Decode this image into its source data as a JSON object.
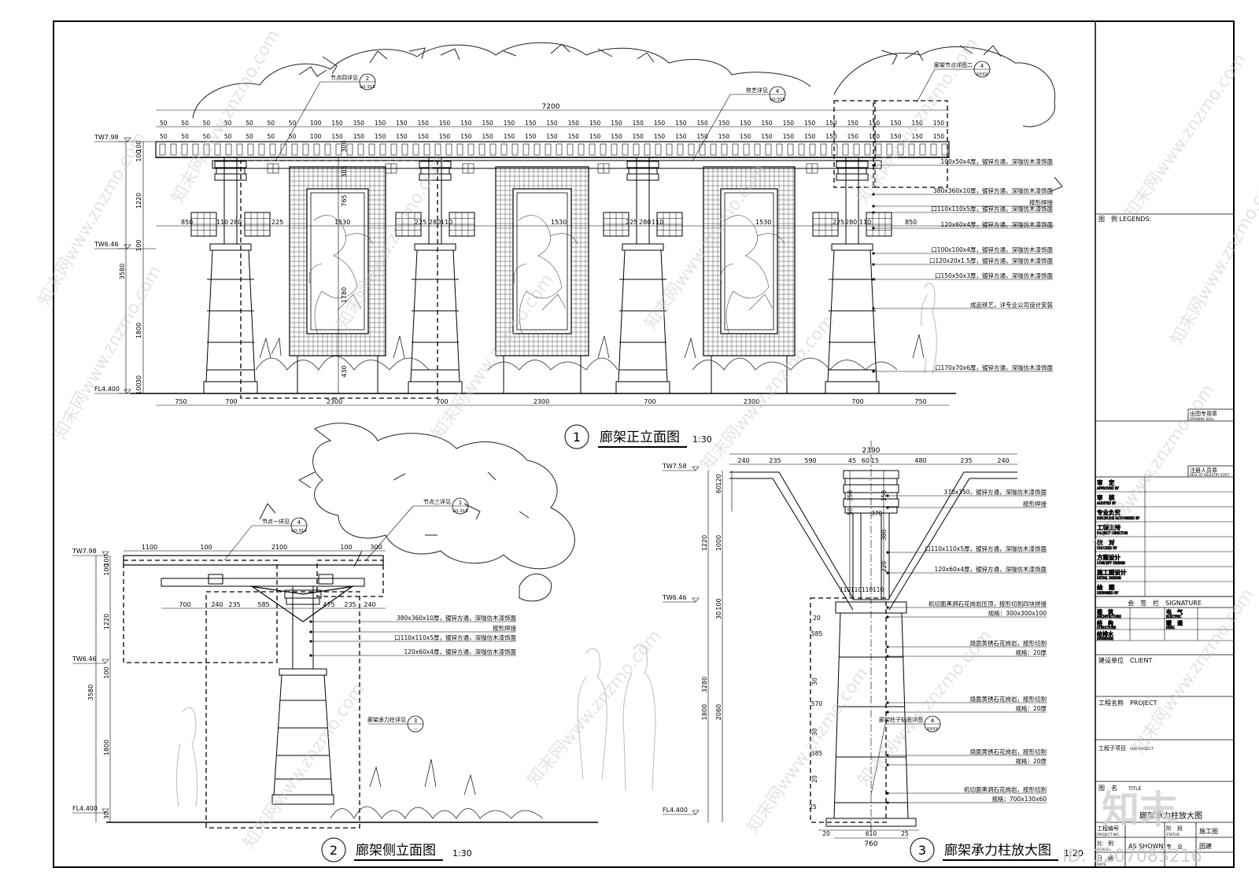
{
  "drawing": {
    "view1": {
      "num": "1",
      "title": "廊架正立面图",
      "scale": "1:30",
      "top_dim": "7200",
      "top_dims": [
        "50",
        "50",
        "50",
        "50",
        "50",
        "50",
        "50",
        "100",
        "150",
        "150",
        "150",
        "150",
        "150",
        "150",
        "150",
        "150",
        "150",
        "150",
        "150",
        "150",
        "150",
        "150",
        "150",
        "150",
        "150",
        "150",
        "150",
        "150",
        "150",
        "150",
        "150",
        "150",
        "150",
        "150",
        "150",
        "150",
        "150"
      ],
      "mid_dims": [
        "850",
        "110",
        "280",
        "225",
        "1530",
        "225",
        "280",
        "110",
        "1530",
        "225",
        "280",
        "110",
        "1530",
        "225",
        "280",
        "110",
        "850"
      ],
      "bottom_dims": [
        "750",
        "700",
        "2300",
        "700",
        "2300",
        "700",
        "2300",
        "700",
        "750"
      ],
      "left_levels": [
        "TW7.98",
        "TW6.46",
        "FL4.400"
      ],
      "left_dims": [
        "100",
        "100",
        "1220",
        "3580",
        "100",
        "1800",
        "30",
        "100"
      ],
      "inner_dims": [
        "300",
        "305",
        "765",
        "1780",
        "430"
      ],
      "callouts": [
        {
          "text": "节点四详见",
          "num": "2",
          "ref": "LD-315"
        },
        {
          "text": "铁艺详见",
          "num": "4",
          "ref": "LD-315"
        },
        {
          "text": "廊架节点详图二",
          "num": "4",
          "ref": "XXXX"
        }
      ],
      "notes": [
        "100x50x4厚，镀锌方通，深咖仿木漆饰面",
        "380x360x10厚，镀锌方通，深咖仿木漆饰面",
        "按形焊接",
        "口110x110x5厚，镀锌方通，深咖仿木漆饰面",
        "120x60x4厚，镀锌方通，深咖仿木漆饰面",
        "口100x100x4厚，镀锌方通，深咖仿木漆饰面",
        "口120x20x1.5厚，镀锌方通，深咖仿木漆饰面",
        "口150x50x3厚，镀锌方通，深咖仿木漆饰面",
        "成品铁艺，详专业公司设计安装",
        "口170x70x6厚，镀锌方通，深咖仿木漆饰面"
      ]
    },
    "view2": {
      "num": "2",
      "title": "廊架侧立面图",
      "scale": "1:30",
      "top_dims": [
        "1100",
        "100",
        "2100",
        "100",
        "300"
      ],
      "sub_dims": [
        "700",
        "240",
        "235",
        "585",
        "475",
        "235",
        "240"
      ],
      "left_levels": [
        "TW7.98",
        "TW6.46",
        "FL4.400"
      ],
      "left_dims": [
        "100",
        "100",
        "1220",
        "3580",
        "100",
        "1800",
        "30"
      ],
      "callouts": [
        {
          "text": "节点一详见",
          "num": "4",
          "ref": "LD-314"
        },
        {
          "text": "节点三详见",
          "num": "1",
          "ref": "LD-315"
        },
        {
          "text": "廊架承力柱详见",
          "num": "3",
          "ref": "—"
        }
      ],
      "notes": [
        "380x360x10厚，镀锌方通，深咖仿木漆饰面",
        "按形焊接",
        "口110x110x5厚，镀锌方通，深咖仿木漆饰面",
        "120x60x4厚，镀锌方通，深咖仿木漆饰面"
      ]
    },
    "view3": {
      "num": "3",
      "title": "廊架承力柱放大图",
      "scale": "1:20",
      "top_dim": "2390",
      "top_dims": [
        "240",
        "235",
        "590",
        "45",
        "60",
        "15",
        "480",
        "235",
        "240"
      ],
      "side_dims": [
        "350",
        "50",
        "150",
        "380",
        "220",
        "110",
        "110",
        "110",
        "110"
      ],
      "col_dims": [
        "20",
        "585",
        "30",
        "570",
        "30",
        "585",
        "20",
        "25",
        "20",
        "610",
        "25"
      ],
      "bottom_dim": "760",
      "left_levels": [
        "TW7.58",
        "TW6.46",
        "FL4.400"
      ],
      "left_dims": [
        "120",
        "60",
        "1220",
        "1000",
        "100",
        "30",
        "3280",
        "1800",
        "2060"
      ],
      "callout": {
        "text": "廊架柱子贴面详图",
        "num": "4",
        "ref": "XXXX"
      },
      "notes": [
        "370x350，镀锌方通，深咖仿木漆饰面",
        "按形焊接",
        "口110x110x5厚，镀锌方通，深咖仿木漆饰面",
        "120x60x4厚，镀锌方通，深咖仿木漆饰面",
        "机切面黑洞石花岗岩压顶，按形切割四块拼接",
        "规格：300x300x100",
        "烧面黄锈石花岗岩，按形切割",
        "规格：20厚",
        "烧面黄锈石花岗岩，按形切割",
        "规格：20厚",
        "烧面黄锈石花岗岩，按形切割",
        "规格：20厚",
        "机切面黑洞石花岗岩，按形切割",
        "规格：700x130x60"
      ]
    }
  },
  "title_block": {
    "legends": "图　例 LEGENDS:",
    "drawing_seal_cn": "出图专用章",
    "drawing_seal_en": "DRAWING SEAL",
    "registry_cn": "注册人员章",
    "registry_en": "SEAL OF REGISTRY STAFF",
    "approvals": [
      {
        "cn": "审　定",
        "en": "APPROVED BY"
      },
      {
        "cn": "审　核",
        "en": "AUDITED BY"
      },
      {
        "cn": "专业负责",
        "en": "DISCIPLINE RESPONSED BY"
      },
      {
        "cn": "工程主持",
        "en": "PROJECT DIRECTOR"
      },
      {
        "cn": "校　对",
        "en": "CHECKED BY"
      },
      {
        "cn": "方案设计",
        "en": "CONCEPT DESIGN"
      },
      {
        "cn": "施工图设计",
        "en": "DETAIL DESIGN"
      },
      {
        "cn": "绘　图",
        "en": "DESIGNED BY"
      }
    ],
    "signature": "会　签　栏　SIGNATURE",
    "sign_rows": [
      {
        "a_cn": "建　筑",
        "a_en": "ARCHITECTURE",
        "b_cn": "电　气",
        "b_en": "ELECTRIC"
      },
      {
        "a_cn": "结　构",
        "a_en": "STRUCTURE",
        "b_cn": "暖　通",
        "b_en": "HVAC"
      },
      {
        "a_cn": "给排水",
        "a_en": "DRAINAGE",
        "b_cn": "",
        "b_en": ""
      }
    ],
    "client": "建设单位　CLIENT",
    "project": "工程名称　PROJECT",
    "sub_project_cn": "工程子项目",
    "sub_project_en": "SUB PROJECT",
    "title_label_cn": "图　名",
    "title_label_en": "TITLE",
    "drawing_title": "廊架承力柱放大图",
    "project_no_cn": "工程编号",
    "project_no_en": "PROJECT NO.",
    "status_cn": "阶　段",
    "status_en": "STATUS",
    "status_value": "施工图",
    "scale_cn": "比　例",
    "scale_en": "SCALE",
    "scale_value": "AS SHOWN",
    "discipline_cn": "专　业",
    "discipline_value": "园建",
    "date_cn": "日　期",
    "date_en": "DATE"
  },
  "watermark": {
    "site": "知末网www.znzmo.com",
    "logo": "知末",
    "id": "ID: 1207083216"
  }
}
